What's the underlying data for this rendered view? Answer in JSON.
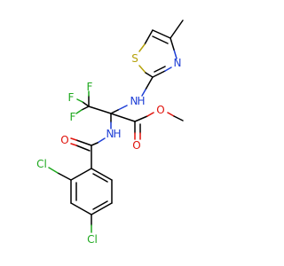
{
  "molecule": {
    "atoms": {
      "S": "S",
      "N_thiazole": "N",
      "NH_top": "N",
      "H_top": "H",
      "F1": "F",
      "F2": "F",
      "F3": "F",
      "O_ester_carbonyl": "O",
      "O_ester": "O",
      "O_amide": "O",
      "NH_amide": "N",
      "H_amide": "H",
      "Cl1": "Cl",
      "Cl2": "Cl"
    },
    "colors": {
      "carbon": "#000000",
      "sulfur": "#b5a10a",
      "nitrogen": "#1f3fd6",
      "oxygen": "#e0120b",
      "fluorine": "#1ea81e",
      "chlorine": "#1ea81e"
    }
  }
}
